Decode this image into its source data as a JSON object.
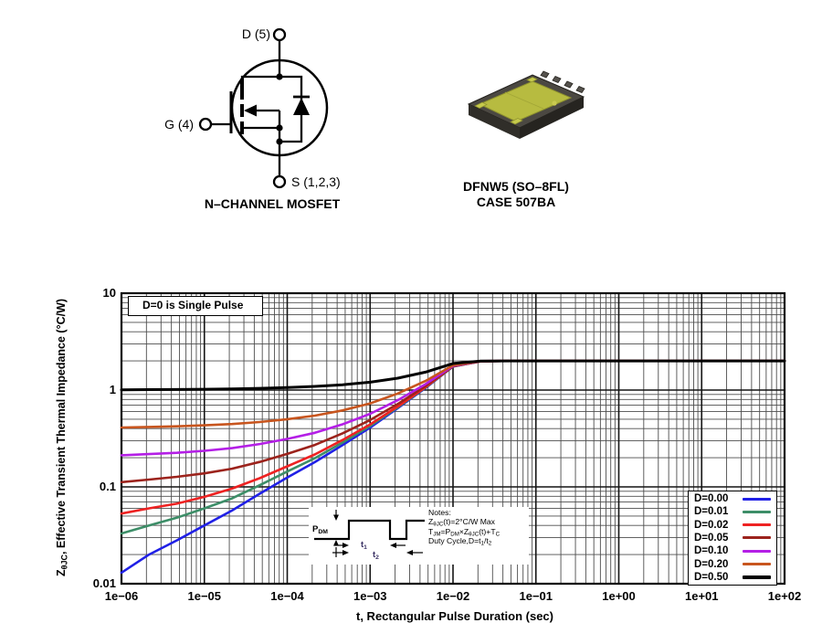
{
  "symbol": {
    "drain_label": "D (5)",
    "gate_label": "G (4)",
    "source_label": "S (1,2,3)",
    "caption": "N–CHANNEL MOSFET"
  },
  "package": {
    "caption_line1": "DFNW5 (SO–8FL)",
    "caption_line2": "CASE 507BA",
    "body_color": "#45423d",
    "pad_color": "#b7bb40"
  },
  "chart_data": {
    "type": "line",
    "title_note": "D=0 is Single Pulse",
    "xlabel": "t, Rectangular Pulse Duration (sec)",
    "ylabel": "Z~θJC~, Effective Transient Thermal Impedance (°C/W)",
    "x_ticks": [
      "1e−06",
      "1e−05",
      "1e−04",
      "1e−03",
      "1e−02",
      "1e−01",
      "1e+00",
      "1e+01",
      "1e+02"
    ],
    "y_ticks": [
      "10",
      "1",
      "0.1",
      "0.01"
    ],
    "xlim_exp": [
      -6,
      2
    ],
    "ylim_exp": [
      -2,
      1
    ],
    "x_scale": "log",
    "y_scale": "log",
    "grid": "log-log major and minor gridlines, dark",
    "legend_position": "inside lower right",
    "t_exponents": [
      -6,
      -5.667,
      -5.333,
      -5,
      -4.667,
      -4.333,
      -4,
      -3.667,
      -3.333,
      -3,
      -2.667,
      -2.333,
      -2,
      -1.667,
      -1.333,
      -1,
      -0.667,
      -0.333,
      0,
      0.333,
      0.667,
      1,
      1.333,
      1.667,
      2
    ],
    "series": [
      {
        "name": "D=0.00",
        "color": "#2020e6",
        "values": [
          0.013,
          0.02,
          0.028,
          0.04,
          0.057,
          0.085,
          0.125,
          0.18,
          0.27,
          0.41,
          0.65,
          1.05,
          1.75,
          1.98,
          2.0,
          2.0,
          2.0,
          2.0,
          2.0,
          2.0,
          2.0,
          2.0,
          2.0,
          2.0,
          2.0
        ]
      },
      {
        "name": "D=0.01",
        "color": "#3d8e68",
        "values": [
          0.033,
          0.04,
          0.048,
          0.06,
          0.076,
          0.104,
          0.144,
          0.198,
          0.287,
          0.426,
          0.664,
          1.06,
          1.75,
          1.98,
          2.0,
          2.0,
          2.0,
          2.0,
          2.0,
          2.0,
          2.0,
          2.0,
          2.0,
          2.0,
          2.0
        ]
      },
      {
        "name": "D=0.02",
        "color": "#ee2222",
        "values": [
          0.053,
          0.06,
          0.067,
          0.079,
          0.096,
          0.123,
          0.163,
          0.216,
          0.305,
          0.442,
          0.677,
          1.07,
          1.76,
          1.98,
          2.0,
          2.0,
          2.0,
          2.0,
          2.0,
          2.0,
          2.0,
          2.0,
          2.0,
          2.0,
          2.0
        ]
      },
      {
        "name": "D=0.05",
        "color": "#9c231c",
        "values": [
          0.112,
          0.119,
          0.127,
          0.138,
          0.154,
          0.181,
          0.219,
          0.271,
          0.357,
          0.49,
          0.718,
          1.1,
          1.76,
          1.98,
          2.0,
          2.0,
          2.0,
          2.0,
          2.0,
          2.0,
          2.0,
          2.0,
          2.0,
          2.0,
          2.0
        ]
      },
      {
        "name": "D=0.10",
        "color": "#b41fe6",
        "values": [
          0.212,
          0.218,
          0.225,
          0.236,
          0.251,
          0.277,
          0.313,
          0.362,
          0.443,
          0.569,
          0.785,
          1.15,
          1.78,
          1.99,
          2.0,
          2.0,
          2.0,
          2.0,
          2.0,
          2.0,
          2.0,
          2.0,
          2.0,
          2.0,
          2.0
        ]
      },
      {
        "name": "D=0.20",
        "color": "#c8551e",
        "values": [
          0.41,
          0.416,
          0.422,
          0.432,
          0.446,
          0.468,
          0.5,
          0.544,
          0.616,
          0.728,
          0.92,
          1.24,
          1.8,
          1.99,
          2.0,
          2.0,
          2.0,
          2.0,
          2.0,
          2.0,
          2.0,
          2.0,
          2.0,
          2.0,
          2.0
        ]
      },
      {
        "name": "D=0.50",
        "color": "#000000",
        "values": [
          1.007,
          1.01,
          1.014,
          1.02,
          1.029,
          1.043,
          1.063,
          1.09,
          1.135,
          1.205,
          1.325,
          1.53,
          1.88,
          1.99,
          2.0,
          2.0,
          2.0,
          2.0,
          2.0,
          2.0,
          2.0,
          2.0,
          2.0,
          2.0,
          2.0
        ]
      }
    ],
    "notes": [
      "Notes:",
      "Z~θJC~(t)=2°C/W Max",
      "T~JM~=P~DM~×Z~θJC~(t)+T~C~",
      "Duty Cycle,D=t~1~/t~2~"
    ],
    "waveform_labels": {
      "pdm": "P~DM~",
      "t1": "t~1~",
      "t2": "t~2~"
    }
  }
}
